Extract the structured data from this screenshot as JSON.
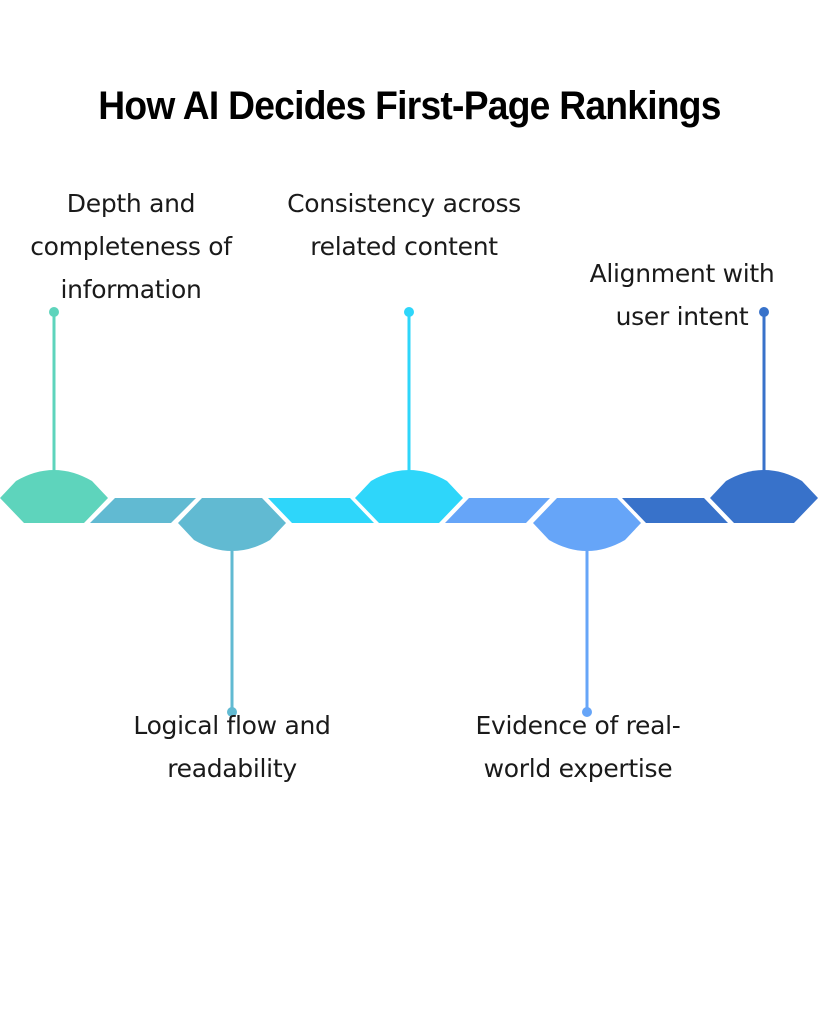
{
  "title": "How AI Decides First-Page Rankings",
  "colors": {
    "teal": "#5ED4BC",
    "steel": "#61BAD2",
    "cyan": "#2ED6FA",
    "sky": "#66A5F8",
    "blue": "#3872CA"
  },
  "steps": [
    {
      "label": "Depth and\ncompleteness of\ninformation",
      "position": "top",
      "color": "#5ED4BC"
    },
    {
      "label": "Logical flow and\nreadability",
      "position": "bottom",
      "color": "#61BAD2"
    },
    {
      "label": "Consistency across\nrelated content",
      "position": "top",
      "color": "#2ED6FA"
    },
    {
      "label": "Evidence of real-\nworld expertise",
      "position": "bottom",
      "color": "#66A5F8"
    },
    {
      "label": "Alignment with\nuser intent",
      "position": "top",
      "color": "#3872CA"
    }
  ]
}
